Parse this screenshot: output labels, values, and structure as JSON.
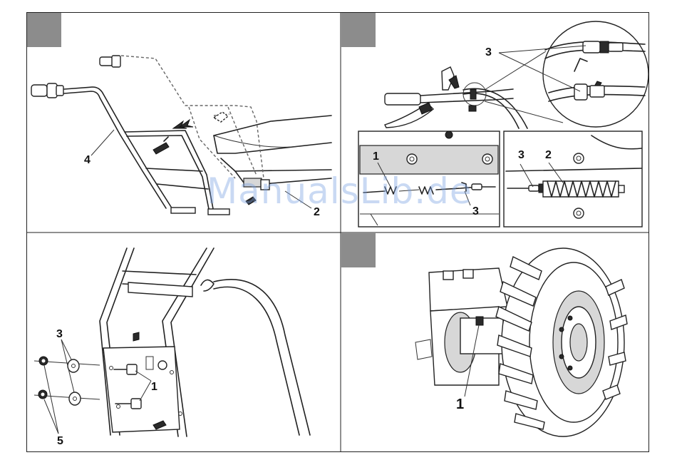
{
  "watermark": "ManualsLib.de",
  "panels": [
    {
      "id": "handle-assembly",
      "callouts": [
        "4",
        "2"
      ]
    },
    {
      "id": "cable-adjustment",
      "callouts": [
        "3",
        "1",
        "3",
        "3",
        "2"
      ]
    },
    {
      "id": "handle-mounting",
      "callouts": [
        "3",
        "1",
        "5"
      ]
    },
    {
      "id": "wheel-mounting",
      "callouts": [
        "1"
      ]
    }
  ],
  "colors": {
    "step_marker": "#8c8c8c",
    "line": "#222222",
    "watermark": "#78a0e1"
  }
}
